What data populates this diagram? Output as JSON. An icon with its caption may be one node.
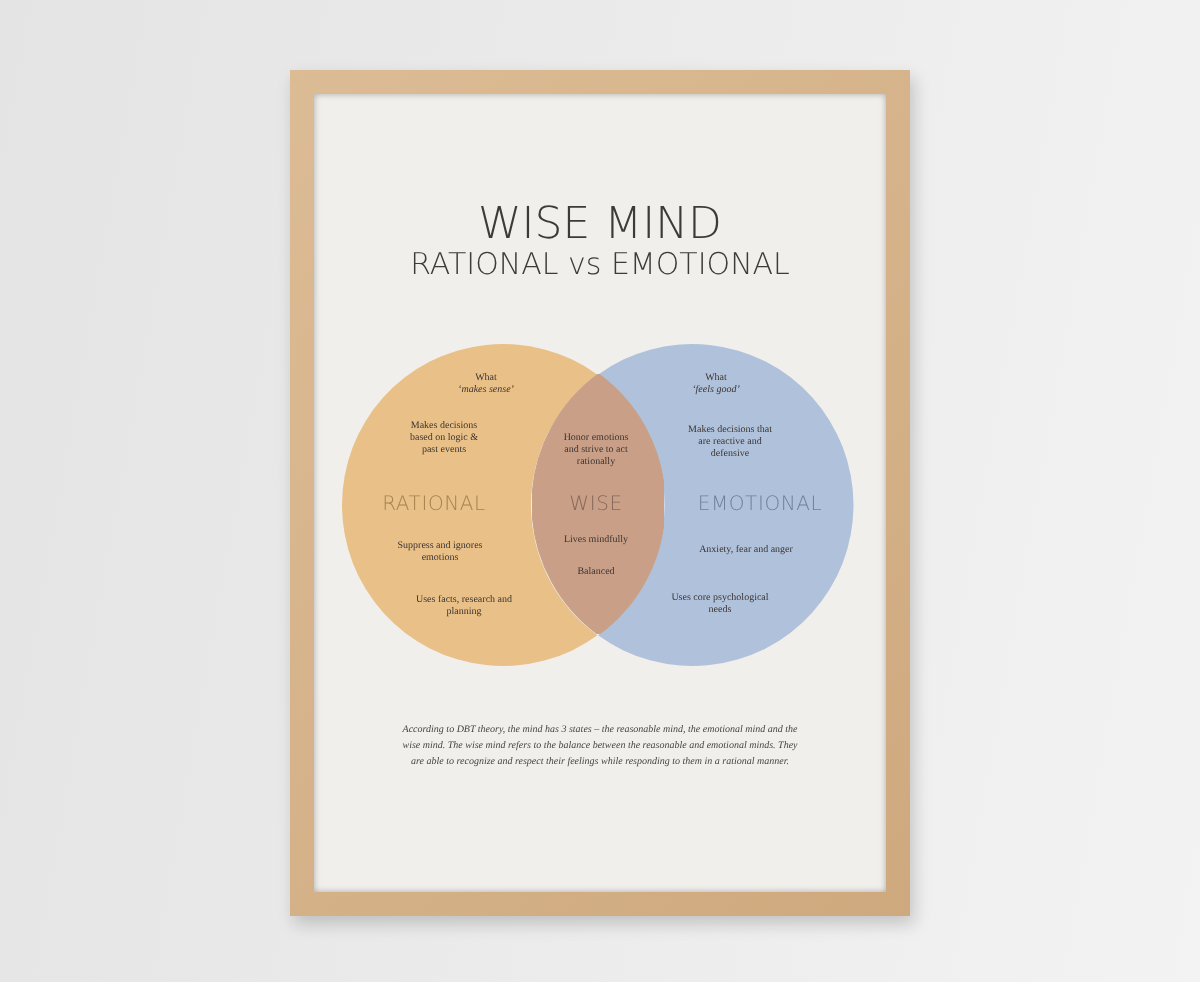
{
  "diagram": {
    "title": "WISE MIND",
    "nodes": [
      {
        "text": [
          "What *‘makes sense’*",
          "Makes decisions based on logic & past events",
          "RATIONAL",
          "Suppress and ignores emotions",
          "Uses facts, research and planning"
        ]
      },
      {
        "text": [
          "Honor emotions and strive to act rationally",
          "WISE",
          "Lives mindfully",
          "Balanced"
        ]
      },
      {
        "text": [
          "What *‘feels good’*",
          "Makes decisions that are reactive and defensive",
          "EMOTIONAL",
          "Anxiety, fear and anger",
          "Uses core psychological needs"
        ]
      }
    ],
    "labels": [
      "RATIONAL vs EMOTIONAL"
    ],
    "caption": "According to DBT theory, the mind has 3 states – the reasonable mind, the emotional mind and the wise mind. The wise mind refers to the balance between the reasonable and emotional minds. They are able to recognize and respect their feelings while responding to them in a rational manner."
  }
}
